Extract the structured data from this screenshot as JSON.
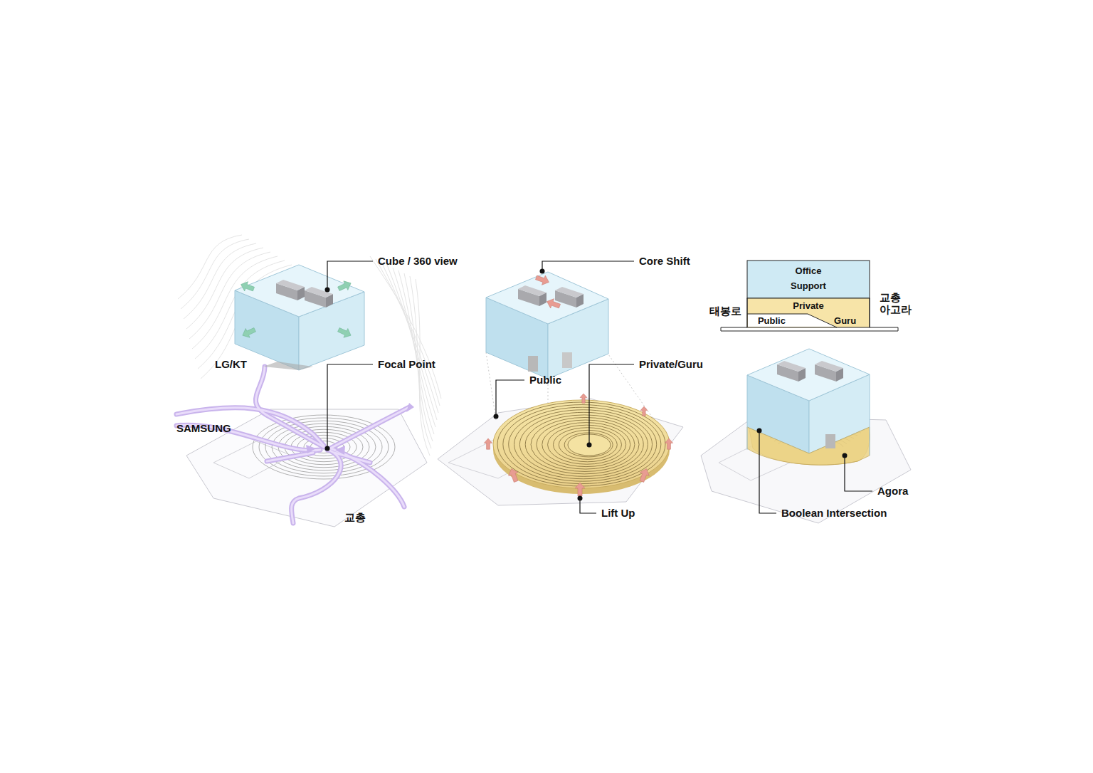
{
  "diagram": {
    "nodes": [
      {
        "text": [
          "Office",
          "Support"
        ]
      },
      {
        "text": [
          "Private",
          "Public",
          "Guru"
        ]
      }
    ],
    "labels": [
      "Cube / 360 view",
      "Core Shift",
      "태봉로",
      "교총 아고라",
      "LG/KT",
      "Focal Point",
      "Private/Guru",
      "Public",
      "SAMSUNG",
      "Agora",
      "Lift Up",
      "Boolean Intersection",
      "교총"
    ]
  }
}
